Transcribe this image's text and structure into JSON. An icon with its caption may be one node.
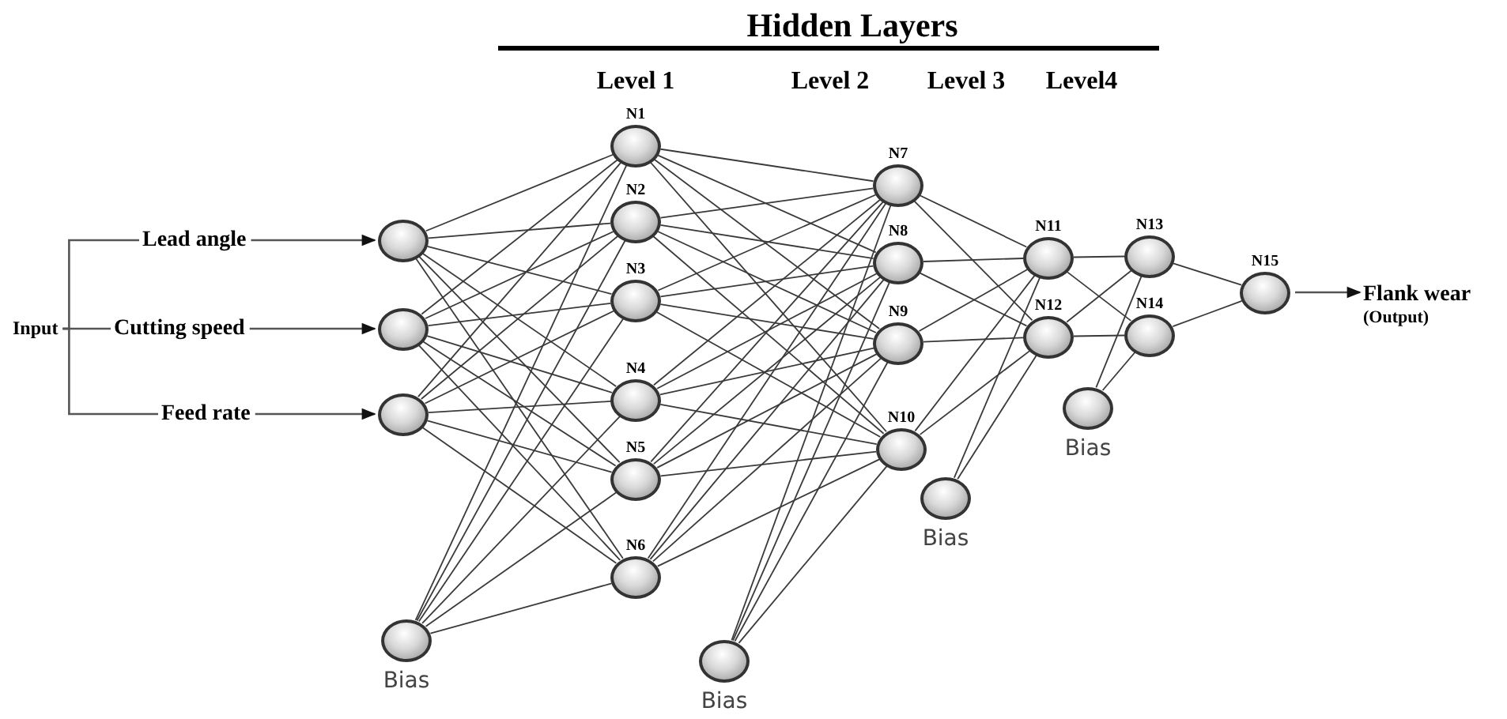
{
  "diagram": {
    "title": "Hidden Layers",
    "nodes": [
      {
        "text": [
          "Input"
        ]
      },
      {
        "text": [
          "Lead angle"
        ]
      },
      {
        "text": [
          "Cutting speed"
        ]
      },
      {
        "text": [
          "Feed rate"
        ]
      },
      {
        "text": [],
        "shape": "circle"
      },
      {
        "text": [],
        "shape": "circle"
      },
      {
        "text": [],
        "shape": "circle"
      },
      {
        "text": [],
        "shape": "circle",
        "beside": [
          "Bias"
        ]
      },
      {
        "text": [
          "N1"
        ]
      },
      {
        "text": [
          "N2"
        ]
      },
      {
        "text": [
          "N3"
        ]
      },
      {
        "text": [
          "N4"
        ]
      },
      {
        "text": [
          "N5"
        ]
      },
      {
        "text": [
          "N6"
        ]
      },
      {
        "text": [],
        "shape": "circle",
        "beside": [
          "Bias"
        ]
      },
      {
        "text": [
          "N7"
        ]
      },
      {
        "text": [
          "N8"
        ]
      },
      {
        "text": [
          "N9"
        ]
      },
      {
        "text": [
          "N10"
        ]
      },
      {
        "text": [],
        "shape": "circle",
        "beside": [
          "Bias"
        ]
      },
      {
        "text": [
          "N11"
        ]
      },
      {
        "text": [
          "N12"
        ]
      },
      {
        "text": [],
        "shape": "circle",
        "beside": [
          "Bias"
        ]
      },
      {
        "text": [
          "N13"
        ]
      },
      {
        "text": [
          "N14"
        ]
      },
      {
        "text": [
          "N15"
        ]
      },
      {
        "text": [
          "Flank wear",
          "(Output)"
        ]
      }
    ],
    "edges": [
      {
        "from": 0,
        "to": 1,
        "arrow": "none"
      },
      {
        "from": 0,
        "to": 2,
        "arrow": "none"
      },
      {
        "from": 0,
        "to": 3,
        "arrow": "none"
      },
      {
        "from": 1,
        "to": 4,
        "arrow": "to"
      },
      {
        "from": 2,
        "to": 5,
        "arrow": "to"
      },
      {
        "from": 3,
        "to": 6,
        "arrow": "to"
      },
      {
        "from": 4,
        "to": 8,
        "arrow": "none"
      },
      {
        "from": 4,
        "to": 9,
        "arrow": "none"
      },
      {
        "from": 4,
        "to": 10,
        "arrow": "none"
      },
      {
        "from": 4,
        "to": 11,
        "arrow": "none"
      },
      {
        "from": 4,
        "to": 12,
        "arrow": "none"
      },
      {
        "from": 4,
        "to": 13,
        "arrow": "none"
      },
      {
        "from": 5,
        "to": 8,
        "arrow": "none"
      },
      {
        "from": 5,
        "to": 9,
        "arrow": "none"
      },
      {
        "from": 5,
        "to": 10,
        "arrow": "none"
      },
      {
        "from": 5,
        "to": 11,
        "arrow": "none"
      },
      {
        "from": 5,
        "to": 12,
        "arrow": "none"
      },
      {
        "from": 5,
        "to": 13,
        "arrow": "none"
      },
      {
        "from": 6,
        "to": 8,
        "arrow": "none"
      },
      {
        "from": 6,
        "to": 9,
        "arrow": "none"
      },
      {
        "from": 6,
        "to": 10,
        "arrow": "none"
      },
      {
        "from": 6,
        "to": 11,
        "arrow": "none"
      },
      {
        "from": 6,
        "to": 12,
        "arrow": "none"
      },
      {
        "from": 6,
        "to": 13,
        "arrow": "none"
      },
      {
        "from": 7,
        "to": 8,
        "arrow": "none"
      },
      {
        "from": 7,
        "to": 9,
        "arrow": "none"
      },
      {
        "from": 7,
        "to": 10,
        "arrow": "none"
      },
      {
        "from": 7,
        "to": 11,
        "arrow": "none"
      },
      {
        "from": 7,
        "to": 12,
        "arrow": "none"
      },
      {
        "from": 7,
        "to": 13,
        "arrow": "none"
      },
      {
        "from": 8,
        "to": 15,
        "arrow": "none"
      },
      {
        "from": 8,
        "to": 16,
        "arrow": "none"
      },
      {
        "from": 8,
        "to": 17,
        "arrow": "none"
      },
      {
        "from": 8,
        "to": 18,
        "arrow": "none"
      },
      {
        "from": 9,
        "to": 15,
        "arrow": "none"
      },
      {
        "from": 9,
        "to": 16,
        "arrow": "none"
      },
      {
        "from": 9,
        "to": 17,
        "arrow": "none"
      },
      {
        "from": 9,
        "to": 18,
        "arrow": "none"
      },
      {
        "from": 10,
        "to": 15,
        "arrow": "none"
      },
      {
        "from": 10,
        "to": 16,
        "arrow": "none"
      },
      {
        "from": 10,
        "to": 17,
        "arrow": "none"
      },
      {
        "from": 10,
        "to": 18,
        "arrow": "none"
      },
      {
        "from": 11,
        "to": 15,
        "arrow": "none"
      },
      {
        "from": 11,
        "to": 16,
        "arrow": "none"
      },
      {
        "from": 11,
        "to": 17,
        "arrow": "none"
      },
      {
        "from": 11,
        "to": 18,
        "arrow": "none"
      },
      {
        "from": 12,
        "to": 15,
        "arrow": "none"
      },
      {
        "from": 12,
        "to": 16,
        "arrow": "none"
      },
      {
        "from": 12,
        "to": 17,
        "arrow": "none"
      },
      {
        "from": 12,
        "to": 18,
        "arrow": "none"
      },
      {
        "from": 13,
        "to": 15,
        "arrow": "none"
      },
      {
        "from": 13,
        "to": 16,
        "arrow": "none"
      },
      {
        "from": 13,
        "to": 17,
        "arrow": "none"
      },
      {
        "from": 13,
        "to": 18,
        "arrow": "none"
      },
      {
        "from": 14,
        "to": 15,
        "arrow": "none"
      },
      {
        "from": 14,
        "to": 16,
        "arrow": "none"
      },
      {
        "from": 14,
        "to": 17,
        "arrow": "none"
      },
      {
        "from": 14,
        "to": 18,
        "arrow": "none"
      },
      {
        "from": 15,
        "to": 20,
        "arrow": "none"
      },
      {
        "from": 15,
        "to": 21,
        "arrow": "none"
      },
      {
        "from": 16,
        "to": 20,
        "arrow": "none"
      },
      {
        "from": 16,
        "to": 21,
        "arrow": "none"
      },
      {
        "from": 17,
        "to": 20,
        "arrow": "none"
      },
      {
        "from": 17,
        "to": 21,
        "arrow": "none"
      },
      {
        "from": 18,
        "to": 20,
        "arrow": "none"
      },
      {
        "from": 18,
        "to": 21,
        "arrow": "none"
      },
      {
        "from": 19,
        "to": 20,
        "arrow": "none"
      },
      {
        "from": 19,
        "to": 21,
        "arrow": "none"
      },
      {
        "from": 20,
        "to": 23,
        "arrow": "none"
      },
      {
        "from": 20,
        "to": 24,
        "arrow": "none"
      },
      {
        "from": 21,
        "to": 23,
        "arrow": "none"
      },
      {
        "from": 21,
        "to": 24,
        "arrow": "none"
      },
      {
        "from": 22,
        "to": 23,
        "arrow": "none"
      },
      {
        "from": 22,
        "to": 24,
        "arrow": "none"
      },
      {
        "from": 23,
        "to": 25,
        "arrow": "none"
      },
      {
        "from": 24,
        "to": 25,
        "arrow": "none"
      },
      {
        "from": 25,
        "to": 26,
        "arrow": "to"
      }
    ],
    "labels": [
      "Level 1",
      "Level 2",
      "Level 3",
      "Level4"
    ]
  }
}
